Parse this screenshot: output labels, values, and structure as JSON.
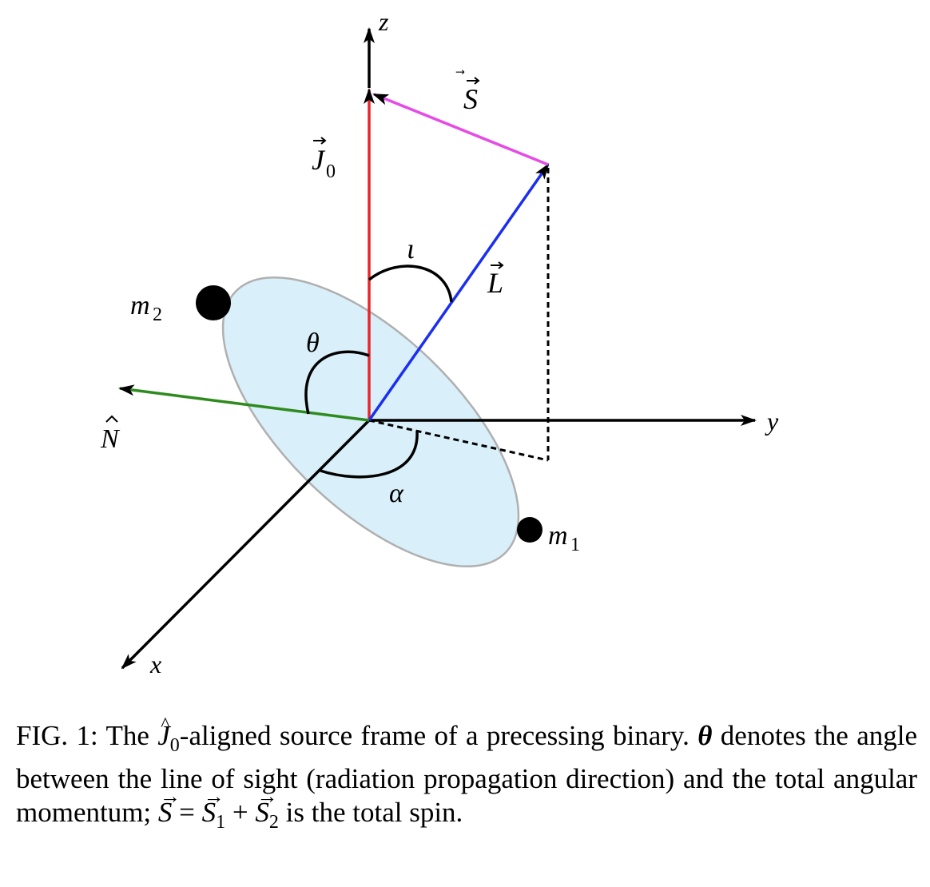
{
  "figure": {
    "labels": {
      "z": "z",
      "y": "y",
      "x": "x",
      "S": "S",
      "J0": "J",
      "J0_sub": "0",
      "L": "L",
      "iota": "ι",
      "theta": "θ",
      "alpha": "α",
      "N": "N",
      "m1": "m",
      "m1_sub": "1",
      "m2": "m",
      "m2_sub": "2"
    },
    "colors": {
      "J0_vector": "#e8262b",
      "L_vector": "#1b2ff0",
      "S_vector": "#e64be6",
      "N_vector": "#2e8b1e",
      "orbit_fill": "#d9f0fa",
      "orbit_stroke": "#b0b0b0"
    }
  },
  "caption": {
    "fig_label": "FIG. 1:",
    "text1": " The ",
    "J": "J",
    "J_sub": "0",
    "text2": "-aligned source frame of a precessing binary. ",
    "theta": "θ",
    "text3": " denotes the angle between the line of sight (radiation propagation direction) and the total angular momentum; ",
    "S": "S",
    "eq": " = ",
    "S1": "S",
    "S1_sub": "1",
    "plus": " + ",
    "S2": "S",
    "S2_sub": "2",
    "text4": " is the total spin."
  }
}
